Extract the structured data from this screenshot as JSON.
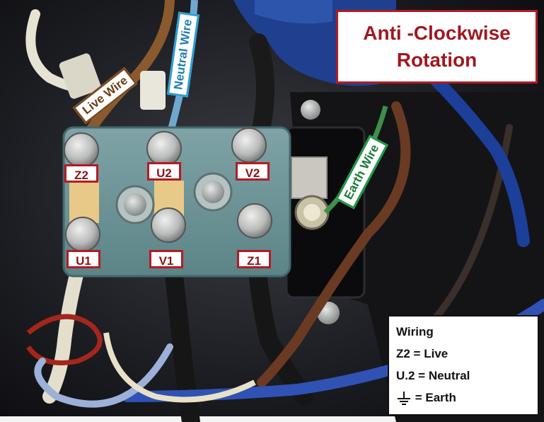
{
  "title": {
    "line1": "Anti -Clockwise",
    "line2": "Rotation"
  },
  "wire_tags": {
    "live": "Live Wire",
    "neutral": "Neutral Wire",
    "earth": "Earth Wire"
  },
  "terminals": {
    "z2": "Z2",
    "u2": "U2",
    "v2": "V2",
    "u1": "U1",
    "v1": "V1",
    "z1": "Z1"
  },
  "legend": {
    "heading": "Wiring",
    "live_row": "Z2 = Live",
    "neutral_row": "U.2 = Neutral",
    "earth_row": "= Earth",
    "earth_icon": "earth-ground-icon"
  },
  "colors": {
    "label_border": "#b21c24",
    "live_tag_border": "#7a4a1e",
    "neutral_tag_border": "#2a9fd6",
    "earth_tag_border": "#1e9a46"
  }
}
